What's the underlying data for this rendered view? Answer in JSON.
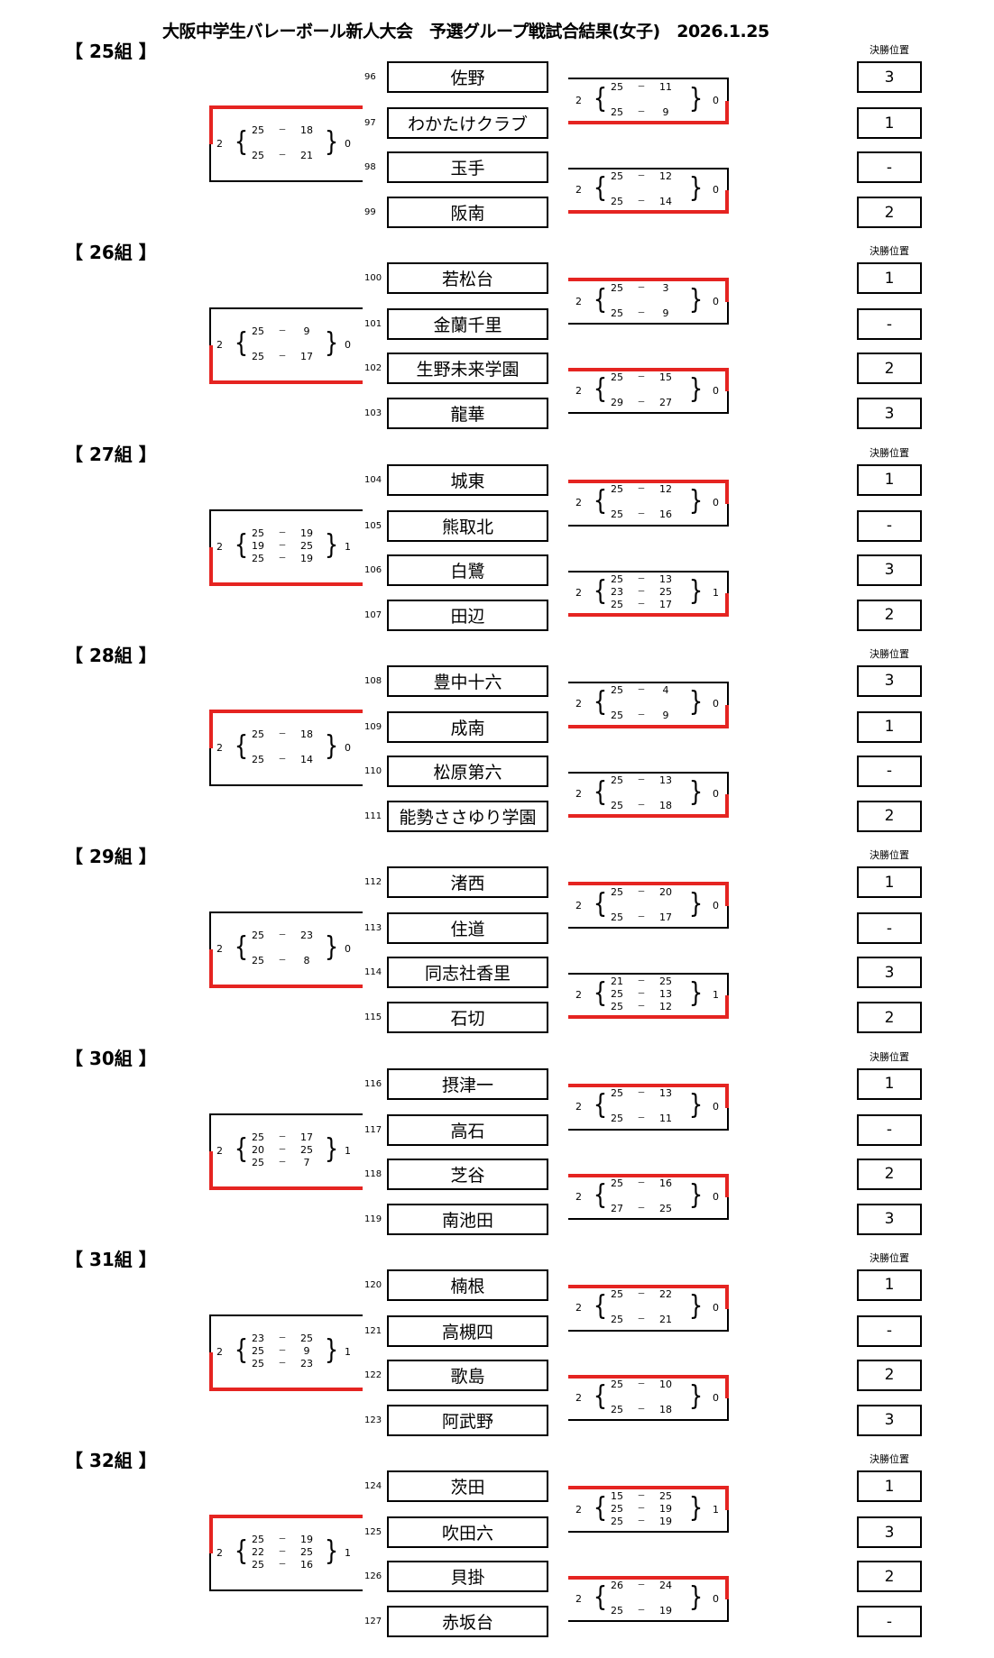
{
  "title": "大阪中学生バレーボール新人大会　予選グループ戦試合結果(女子)　2026.1.25",
  "rank_label": "決勝位置",
  "groups": [
    {
      "name": "【 25組 】",
      "teams": [
        {
          "seed": "96",
          "name": "佐野",
          "rank": "3"
        },
        {
          "seed": "97",
          "name": "わかたけクラブ",
          "rank": "1"
        },
        {
          "seed": "98",
          "name": "玉手",
          "rank": "-"
        },
        {
          "seed": "99",
          "name": "阪南",
          "rank": "2"
        }
      ],
      "matches": {
        "left": {
          "sets_a": "2",
          "sets_b": "0",
          "scores": [
            [
              "25",
              "18"
            ],
            [
              "",
              ""
            ],
            [
              "25",
              "21"
            ]
          ],
          "winner": "top"
        },
        "right1": {
          "sets_a": "2",
          "sets_b": "0",
          "scores": [
            [
              "25",
              "11"
            ],
            [
              "",
              ""
            ],
            [
              "25",
              "9"
            ]
          ],
          "winner": "bottom"
        },
        "right2": {
          "sets_a": "2",
          "sets_b": "0",
          "scores": [
            [
              "25",
              "12"
            ],
            [
              "",
              ""
            ],
            [
              "25",
              "14"
            ]
          ],
          "winner": "bottom"
        }
      }
    },
    {
      "name": "【 26組 】",
      "teams": [
        {
          "seed": "100",
          "name": "若松台",
          "rank": "1"
        },
        {
          "seed": "101",
          "name": "金蘭千里",
          "rank": "-"
        },
        {
          "seed": "102",
          "name": "生野未来学園",
          "rank": "2"
        },
        {
          "seed": "103",
          "name": "龍華",
          "rank": "3"
        }
      ],
      "matches": {
        "left": {
          "sets_a": "2",
          "sets_b": "0",
          "scores": [
            [
              "25",
              "9"
            ],
            [
              "",
              ""
            ],
            [
              "25",
              "17"
            ]
          ],
          "winner": "bottom"
        },
        "right1": {
          "sets_a": "2",
          "sets_b": "0",
          "scores": [
            [
              "25",
              "3"
            ],
            [
              "",
              ""
            ],
            [
              "25",
              "9"
            ]
          ],
          "winner": "top"
        },
        "right2": {
          "sets_a": "2",
          "sets_b": "0",
          "scores": [
            [
              "25",
              "15"
            ],
            [
              "",
              ""
            ],
            [
              "29",
              "27"
            ]
          ],
          "winner": "top"
        }
      }
    },
    {
      "name": "【 27組 】",
      "teams": [
        {
          "seed": "104",
          "name": "城東",
          "rank": "1"
        },
        {
          "seed": "105",
          "name": "熊取北",
          "rank": "-"
        },
        {
          "seed": "106",
          "name": "白鷺",
          "rank": "3"
        },
        {
          "seed": "107",
          "name": "田辺",
          "rank": "2"
        }
      ],
      "matches": {
        "left": {
          "sets_a": "2",
          "sets_b": "1",
          "scores": [
            [
              "25",
              "19"
            ],
            [
              "19",
              "25"
            ],
            [
              "25",
              "19"
            ]
          ],
          "winner": "bottom"
        },
        "right1": {
          "sets_a": "2",
          "sets_b": "0",
          "scores": [
            [
              "25",
              "12"
            ],
            [
              "",
              ""
            ],
            [
              "25",
              "16"
            ]
          ],
          "winner": "top"
        },
        "right2": {
          "sets_a": "2",
          "sets_b": "1",
          "scores": [
            [
              "25",
              "13"
            ],
            [
              "23",
              "25"
            ],
            [
              "25",
              "17"
            ]
          ],
          "winner": "bottom"
        }
      }
    },
    {
      "name": "【 28組 】",
      "teams": [
        {
          "seed": "108",
          "name": "豊中十六",
          "rank": "3"
        },
        {
          "seed": "109",
          "name": "成南",
          "rank": "1"
        },
        {
          "seed": "110",
          "name": "松原第六",
          "rank": "-"
        },
        {
          "seed": "111",
          "name": "能勢ささゆり学園",
          "rank": "2"
        }
      ],
      "matches": {
        "left": {
          "sets_a": "2",
          "sets_b": "0",
          "scores": [
            [
              "25",
              "18"
            ],
            [
              "",
              ""
            ],
            [
              "25",
              "14"
            ]
          ],
          "winner": "top"
        },
        "right1": {
          "sets_a": "2",
          "sets_b": "0",
          "scores": [
            [
              "25",
              "4"
            ],
            [
              "",
              ""
            ],
            [
              "25",
              "9"
            ]
          ],
          "winner": "bottom"
        },
        "right2": {
          "sets_a": "2",
          "sets_b": "0",
          "scores": [
            [
              "25",
              "13"
            ],
            [
              "",
              ""
            ],
            [
              "25",
              "18"
            ]
          ],
          "winner": "bottom"
        }
      }
    },
    {
      "name": "【 29組 】",
      "teams": [
        {
          "seed": "112",
          "name": "渚西",
          "rank": "1"
        },
        {
          "seed": "113",
          "name": "住道",
          "rank": "-"
        },
        {
          "seed": "114",
          "name": "同志社香里",
          "rank": "3"
        },
        {
          "seed": "115",
          "name": "石切",
          "rank": "2"
        }
      ],
      "matches": {
        "left": {
          "sets_a": "2",
          "sets_b": "0",
          "scores": [
            [
              "25",
              "23"
            ],
            [
              "",
              ""
            ],
            [
              "25",
              "8"
            ]
          ],
          "winner": "bottom"
        },
        "right1": {
          "sets_a": "2",
          "sets_b": "0",
          "scores": [
            [
              "25",
              "20"
            ],
            [
              "",
              ""
            ],
            [
              "25",
              "17"
            ]
          ],
          "winner": "top"
        },
        "right2": {
          "sets_a": "2",
          "sets_b": "1",
          "scores": [
            [
              "21",
              "25"
            ],
            [
              "25",
              "13"
            ],
            [
              "25",
              "12"
            ]
          ],
          "winner": "bottom"
        }
      }
    },
    {
      "name": "【 30組 】",
      "teams": [
        {
          "seed": "116",
          "name": "摂津一",
          "rank": "1"
        },
        {
          "seed": "117",
          "name": "高石",
          "rank": "-"
        },
        {
          "seed": "118",
          "name": "芝谷",
          "rank": "2"
        },
        {
          "seed": "119",
          "name": "南池田",
          "rank": "3"
        }
      ],
      "matches": {
        "left": {
          "sets_a": "2",
          "sets_b": "1",
          "scores": [
            [
              "25",
              "17"
            ],
            [
              "20",
              "25"
            ],
            [
              "25",
              "7"
            ]
          ],
          "winner": "bottom"
        },
        "right1": {
          "sets_a": "2",
          "sets_b": "0",
          "scores": [
            [
              "25",
              "13"
            ],
            [
              "",
              ""
            ],
            [
              "25",
              "11"
            ]
          ],
          "winner": "top"
        },
        "right2": {
          "sets_a": "2",
          "sets_b": "0",
          "scores": [
            [
              "25",
              "16"
            ],
            [
              "",
              ""
            ],
            [
              "27",
              "25"
            ]
          ],
          "winner": "top"
        }
      }
    },
    {
      "name": "【 31組 】",
      "teams": [
        {
          "seed": "120",
          "name": "楠根",
          "rank": "1"
        },
        {
          "seed": "121",
          "name": "高槻四",
          "rank": "-"
        },
        {
          "seed": "122",
          "name": "歌島",
          "rank": "2"
        },
        {
          "seed": "123",
          "name": "阿武野",
          "rank": "3"
        }
      ],
      "matches": {
        "left": {
          "sets_a": "2",
          "sets_b": "1",
          "scores": [
            [
              "23",
              "25"
            ],
            [
              "25",
              "9"
            ],
            [
              "25",
              "23"
            ]
          ],
          "winner": "bottom"
        },
        "right1": {
          "sets_a": "2",
          "sets_b": "0",
          "scores": [
            [
              "25",
              "22"
            ],
            [
              "",
              ""
            ],
            [
              "25",
              "21"
            ]
          ],
          "winner": "top"
        },
        "right2": {
          "sets_a": "2",
          "sets_b": "0",
          "scores": [
            [
              "25",
              "10"
            ],
            [
              "",
              ""
            ],
            [
              "25",
              "18"
            ]
          ],
          "winner": "top"
        }
      }
    },
    {
      "name": "【 32組 】",
      "teams": [
        {
          "seed": "124",
          "name": "茨田",
          "rank": "1"
        },
        {
          "seed": "125",
          "name": "吹田六",
          "rank": "3"
        },
        {
          "seed": "126",
          "name": "貝掛",
          "rank": "2"
        },
        {
          "seed": "127",
          "name": "赤坂台",
          "rank": "-"
        }
      ],
      "matches": {
        "left": {
          "sets_a": "2",
          "sets_b": "1",
          "scores": [
            [
              "25",
              "19"
            ],
            [
              "22",
              "25"
            ],
            [
              "25",
              "16"
            ]
          ],
          "winner": "top"
        },
        "right1": {
          "sets_a": "2",
          "sets_b": "1",
          "scores": [
            [
              "15",
              "25"
            ],
            [
              "25",
              "19"
            ],
            [
              "25",
              "19"
            ]
          ],
          "winner": "top"
        },
        "right2": {
          "sets_a": "2",
          "sets_b": "0",
          "scores": [
            [
              "26",
              "24"
            ],
            [
              "",
              ""
            ],
            [
              "25",
              "19"
            ]
          ],
          "winner": "top"
        }
      }
    }
  ],
  "colors": {
    "winner_line": "#e52421",
    "line": "#000000"
  }
}
